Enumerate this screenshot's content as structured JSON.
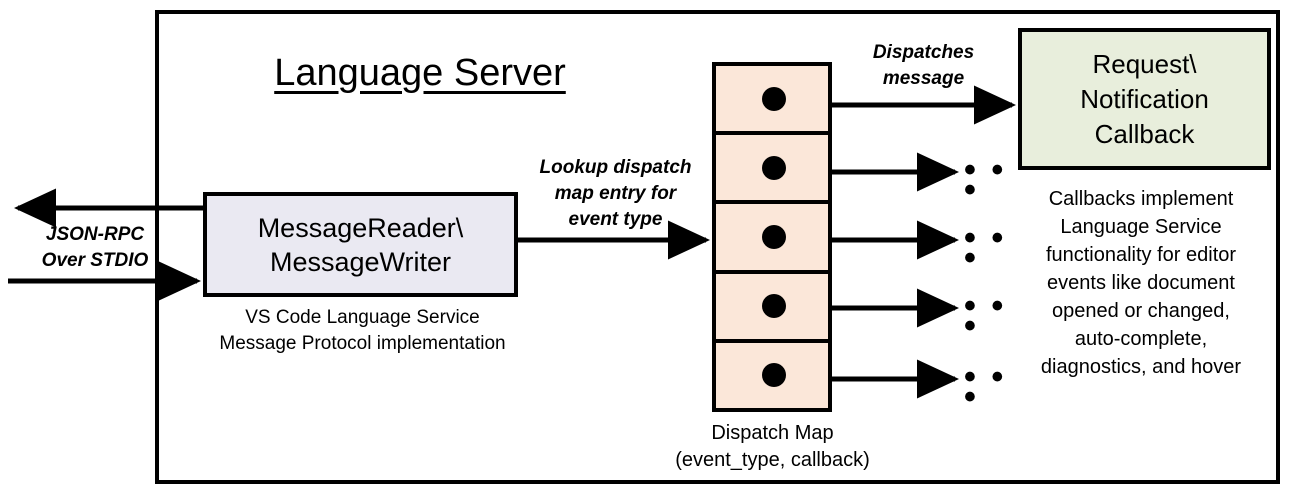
{
  "diagram": {
    "title": "Language Server",
    "frame_name": "Language Server container",
    "colors": {
      "reader_box_fill": "#EAE9F2",
      "dispatch_map_fill": "#FBE7D9",
      "callback_box_fill": "#E8EEDC",
      "stroke": "#000000",
      "background": "#FFFFFF"
    }
  },
  "external_channel": {
    "label_line1": "JSON-RPC",
    "label_line2": "Over STDIO",
    "outbound_arrow_name": "arrow-out-to-client",
    "inbound_arrow_name": "arrow-in-from-client"
  },
  "reader_box": {
    "line1": "MessageReader\\",
    "line2": "MessageWriter",
    "caption_line1": "VS Code Language Service",
    "caption_line2": "Message Protocol implementation"
  },
  "lookup_edge": {
    "label_line1": "Lookup dispatch",
    "label_line2": "map entry for",
    "label_line3": "event type"
  },
  "dispatch_map": {
    "caption_line1": "Dispatch Map",
    "caption_line2": "(event_type, callback)",
    "rows": [
      {
        "index": 1,
        "dot": "callback-dot",
        "target": "callback-box"
      },
      {
        "index": 2,
        "dot": "callback-dot",
        "target": "ellipsis"
      },
      {
        "index": 3,
        "dot": "callback-dot",
        "target": "ellipsis"
      },
      {
        "index": 4,
        "dot": "callback-dot",
        "target": "ellipsis"
      },
      {
        "index": 5,
        "dot": "callback-dot",
        "target": "ellipsis"
      }
    ],
    "ellipsis_glyph": "• • •"
  },
  "dispatch_edge": {
    "label_line1": "Dispatches",
    "label_line2": "message"
  },
  "callback_box": {
    "line1": "Request\\",
    "line2": "Notification",
    "line3": "Callback",
    "caption_line1": "Callbacks implement",
    "caption_line2": "Language Service",
    "caption_line3": "functionality for editor",
    "caption_line4": "events like document",
    "caption_line5": "opened or changed,",
    "caption_line6": "auto-complete,",
    "caption_line7": "diagnostics, and hover"
  }
}
